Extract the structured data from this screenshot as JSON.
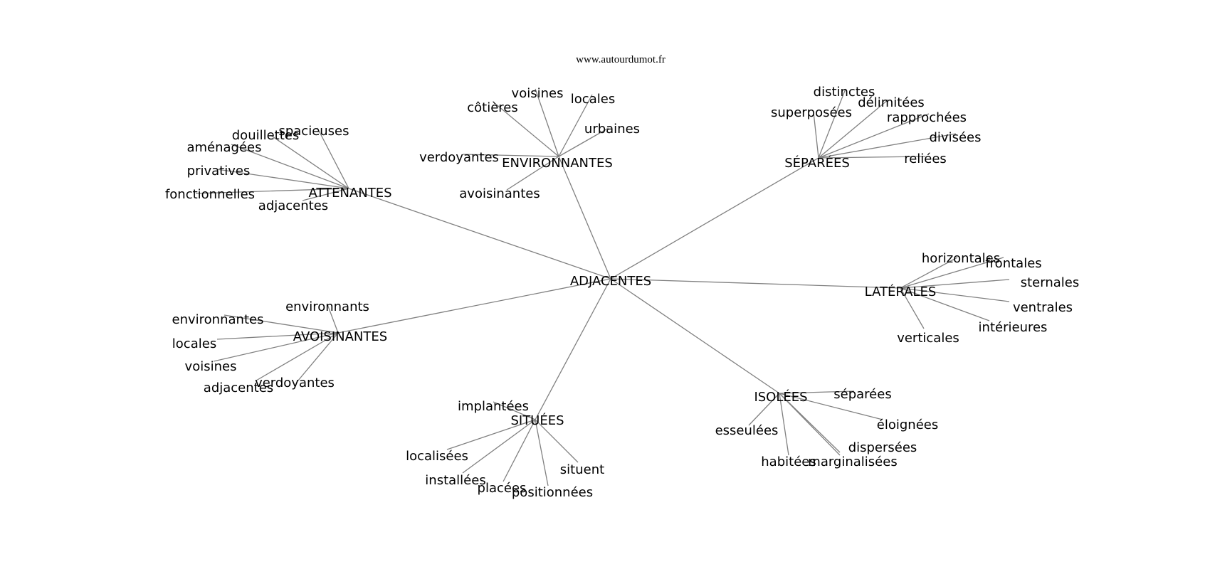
{
  "site": "www.autourdumot.fr",
  "center": "ADJACENTES",
  "edge_color": "#808080",
  "text_color": "#000000",
  "groups": [
    {
      "label": "ENVIRONNANTES",
      "words": [
        "voisines",
        "locales",
        "côtières",
        "urbaines",
        "verdoyantes",
        "avoisinantes"
      ]
    },
    {
      "label": "SÉPARÉES",
      "words": [
        "distinctes",
        "délimitées",
        "superposées",
        "rapprochées",
        "divisées",
        "reliées"
      ]
    },
    {
      "label": "ATTENANTES",
      "words": [
        "spacieuses",
        "douillettes",
        "aménagées",
        "privatives",
        "fonctionnelles",
        "adjacentes"
      ]
    },
    {
      "label": "LATÉRALES",
      "words": [
        "horizontales",
        "frontales",
        "sternales",
        "ventrales",
        "intérieures",
        "verticales"
      ]
    },
    {
      "label": "AVOISINANTES",
      "words": [
        "environnants",
        "environnantes",
        "locales",
        "voisines",
        "adjacentes",
        "verdoyantes"
      ]
    },
    {
      "label": "ISOLÉES",
      "words": [
        "séparées",
        "éloignées",
        "esseulées",
        "dispersées",
        "habitées",
        "marginalisées"
      ]
    },
    {
      "label": "SITUÉES",
      "words": [
        "implantées",
        "localisées",
        "installées",
        "placées",
        "positionnées",
        "situent"
      ]
    }
  ]
}
